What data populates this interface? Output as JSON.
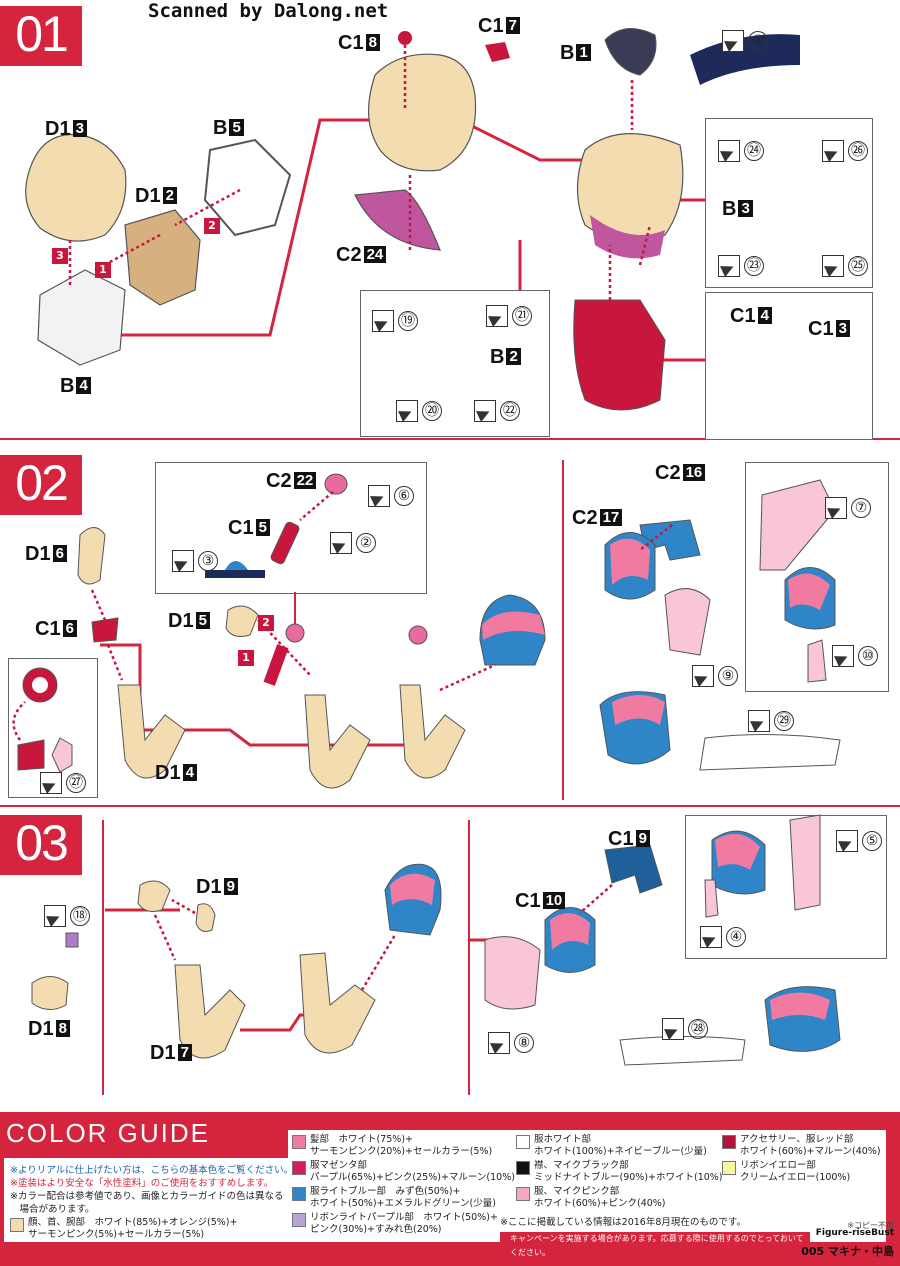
{
  "watermark": "Scanned by Dalong.net",
  "steps": [
    "01",
    "02",
    "03"
  ],
  "parts": {
    "s1": {
      "d13": {
        "prefix": "D1",
        "num": "3"
      },
      "b5": {
        "prefix": "B",
        "num": "5"
      },
      "d12": {
        "prefix": "D1",
        "num": "2"
      },
      "b4": {
        "prefix": "B",
        "num": "4"
      },
      "c18": {
        "prefix": "C1",
        "num": "8"
      },
      "c17": {
        "prefix": "C1",
        "num": "7"
      },
      "c224": {
        "prefix": "C2",
        "num": "24"
      },
      "b1": {
        "prefix": "B",
        "num": "1"
      },
      "b3": {
        "prefix": "B",
        "num": "3"
      },
      "b2": {
        "prefix": "B",
        "num": "2"
      },
      "c14": {
        "prefix": "C1",
        "num": "4"
      },
      "c13": {
        "prefix": "C1",
        "num": "3"
      }
    },
    "s2": {
      "c222": {
        "prefix": "C2",
        "num": "22"
      },
      "c15": {
        "prefix": "C1",
        "num": "5"
      },
      "d16": {
        "prefix": "D1",
        "num": "6"
      },
      "c16": {
        "prefix": "C1",
        "num": "6"
      },
      "d15": {
        "prefix": "D1",
        "num": "5"
      },
      "d14": {
        "prefix": "D1",
        "num": "4"
      },
      "c216": {
        "prefix": "C2",
        "num": "16"
      },
      "c217": {
        "prefix": "C2",
        "num": "17"
      }
    },
    "s3": {
      "d19": {
        "prefix": "D1",
        "num": "9"
      },
      "d18": {
        "prefix": "D1",
        "num": "8"
      },
      "d17": {
        "prefix": "D1",
        "num": "7"
      },
      "c19": {
        "prefix": "C1",
        "num": "9"
      },
      "c110": {
        "prefix": "C1",
        "num": "10"
      }
    }
  },
  "stickers": [
    "①",
    "㉔",
    "㉖",
    "㉓",
    "㉕",
    "⑲",
    "㉑",
    "⑳",
    "㉒",
    "⑥",
    "②",
    "③",
    "⑦",
    "⑨",
    "⑩",
    "㉗",
    "㉙",
    "⑱",
    "⑤",
    "④",
    "⑧",
    "㉘"
  ],
  "step_arrows": {
    "a1": "1",
    "a2": "2",
    "a3": "3",
    "b1": "1",
    "b2": "2"
  },
  "color_guide": {
    "title": "COLOR GUIDE",
    "notes": [
      "※よりリアルに仕上げたい方は、こちらの基本色をご覧ください。",
      "※塗装はより安全な「水性塗料」のご使用をおすすめします。",
      "※カラー配合は参考値であり、画像とカラーガイドの色は異なる",
      "　場合があります。"
    ],
    "note_colors": [
      "#1a5fb4",
      "#d5243e",
      "#222222",
      "#222222"
    ],
    "skin": {
      "color": "#f3dcb0",
      "line1": "顔、首、腕部　ホワイト(85%)+オレンジ(5%)+",
      "line2": "サーモンピンク(5%)+セールカラー(5%)"
    },
    "col1": [
      {
        "color": "#f07aa0",
        "line1": "髪部　ホワイト(75%)+",
        "line2": "サーモンピンク(20%)+セールカラー(5%)"
      },
      {
        "color": "#d21f55",
        "line1": "服マゼンタ部",
        "line2": "パープル(65%)+ピンク(25%)+マルーン(10%)"
      },
      {
        "color": "#2e86c8",
        "line1": "服ライトブルー部　みず色(50%)+",
        "line2": "ホワイト(50%)+エメラルドグリーン(少量)"
      },
      {
        "color": "#b9a3d6",
        "line1": "リボンライトパープル部　ホワイト(50%)+",
        "line2": "ピンク(30%)+すみれ色(20%)"
      }
    ],
    "col2": [
      {
        "color": "#ffffff",
        "line1": "服ホワイト部",
        "line2": "ホワイト(100%)+ネイビーブルー(少量)"
      },
      {
        "color": "#111111",
        "line1": "襟、マイクブラック部",
        "line2": "ミッドナイトブルー(90%)+ホワイト(10%)"
      },
      {
        "color": "#f3a9c4",
        "line1": "服、マイクピンク部",
        "line2": "ホワイト(60%)+ピンク(40%)"
      }
    ],
    "col3": [
      {
        "color": "#b3123a",
        "line1": "アクセサリー、服レッド部",
        "line2": "ホワイト(60%)+マルーン(40%)"
      },
      {
        "color": "#fbf4a0",
        "line1": "リボンイエロー部",
        "line2": "クリームイエロー(100%)"
      }
    ],
    "info": "※ここに掲載している情報は2016年8月現在のものです。",
    "copy": "※コピー不可",
    "campaign": "キャンペーンを実施する場合があります。応募する際に使用するのでとっておいてください。",
    "brand": "Figure-riseBust",
    "product": "005 マキナ・中島"
  },
  "palette": {
    "accent": "#d5243e",
    "skin": "#f3dcb0",
    "red": "#c8163c",
    "blue": "#2e86c8",
    "pink": "#f07aa0",
    "white": "#ffffff"
  }
}
